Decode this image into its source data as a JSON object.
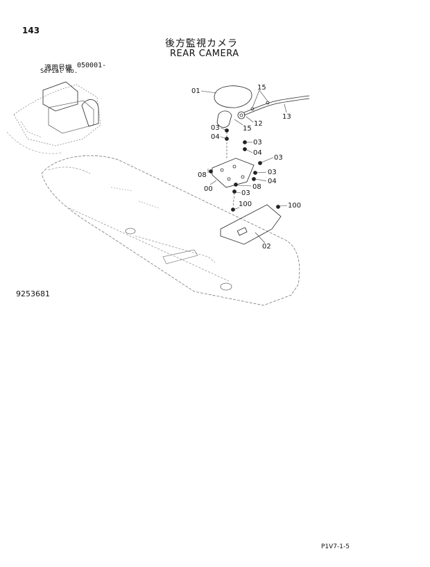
{
  "header": {
    "page_number": "143",
    "title_jp": "後方監視カメラ",
    "title_en": "REAR CAMERA"
  },
  "applicability": {
    "label_jp": "適用号機",
    "value": "050001-",
    "serial_label": "Serial No."
  },
  "diagram": {
    "callouts": {
      "c01": "01",
      "c15a": "15",
      "c13": "13",
      "c12": "12",
      "c15b": "15",
      "c03a": "03",
      "c04a": "04",
      "c03b": "03",
      "c04b": "04",
      "c03c": "03",
      "c08a": "08",
      "c03d": "03",
      "c04c": "04",
      "c00": "00",
      "c08b": "08",
      "c03e": "03",
      "c100a": "100",
      "c100b": "100",
      "c02": "02"
    }
  },
  "footer": {
    "drawing_number": "9253681",
    "page_code": "P1V7-1-5"
  }
}
